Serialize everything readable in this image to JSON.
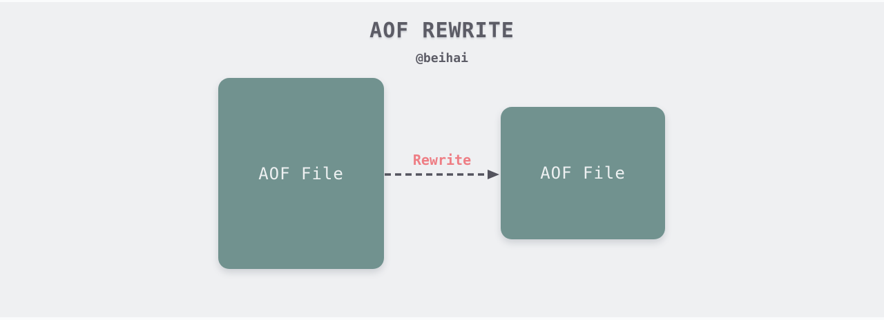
{
  "page": {
    "title": "AOF REWRITE",
    "subtitle": "@beihai"
  },
  "diagram": {
    "nodes": [
      {
        "id": "aof-file-source",
        "label": "AOF File"
      },
      {
        "id": "aof-file-rewritten",
        "label": "AOF File"
      }
    ],
    "edge": {
      "label": "Rewrite",
      "style": "dashed-arrow",
      "direction": "left-to-right"
    }
  },
  "colors": {
    "background": "#eff0f2",
    "node_fill": "#71928f",
    "node_text": "#edf0f1",
    "arrow": "#54545e",
    "edge_label": "#ee7d84",
    "title_text": "#5c5c66"
  }
}
